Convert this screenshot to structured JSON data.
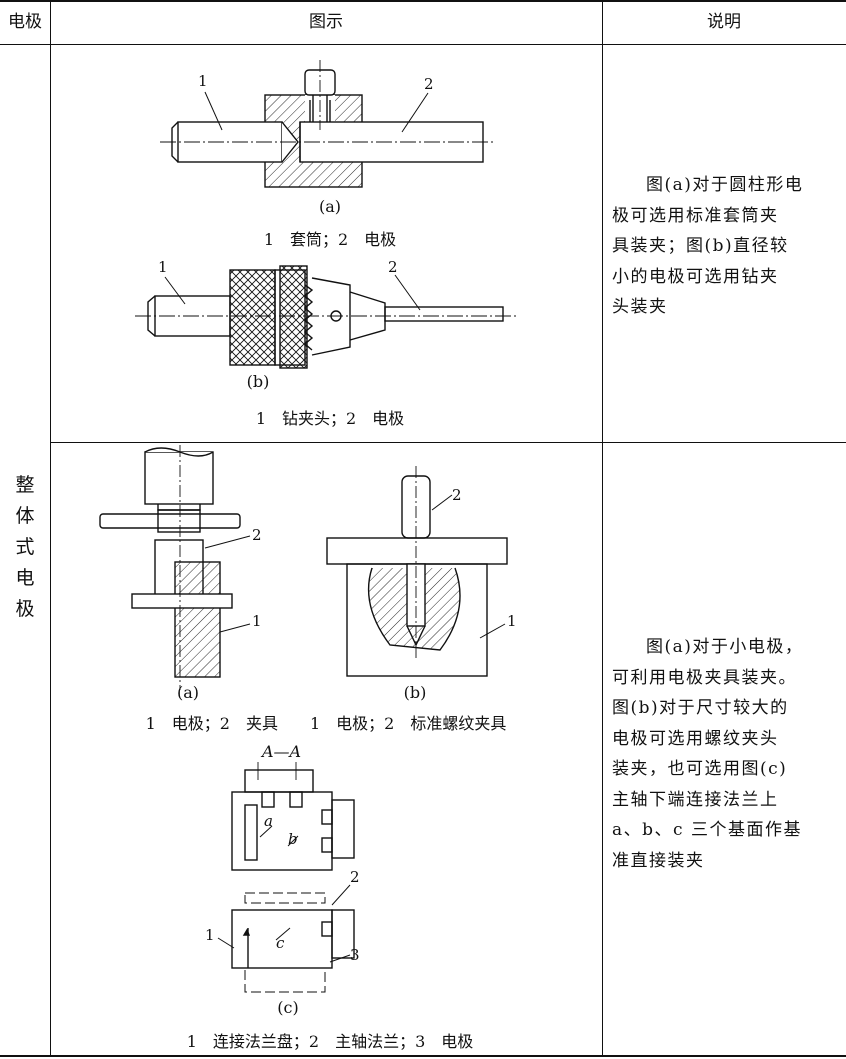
{
  "table": {
    "headers": [
      "电极",
      "图示",
      "说明"
    ],
    "row_label_chars": [
      "整",
      "体",
      "式",
      "电",
      "极"
    ],
    "row1": {
      "fig_a_tag": "(a)",
      "fig_a_caption": "1　套筒；2　电极",
      "fig_b_tag": "(b)",
      "fig_b_caption": "1　钻夹头；2　电极",
      "callouts": [
        "1",
        "2"
      ],
      "description": [
        "图(a)对于圆柱形电",
        "极可选用标准套筒夹",
        "具装夹；图(b)直径较",
        "小的电极可选用钻夹",
        "头装夹"
      ]
    },
    "row2": {
      "fig_a_tag": "(a)",
      "fig_b_tag": "(b)",
      "fig_ab_caption": "1　电极；2　夹具　　1　电极；2　标准螺纹夹具",
      "section_label": "A—A",
      "face_labels": [
        "a",
        "b",
        "c"
      ],
      "fig_c_tag": "(c)",
      "fig_c_caption": "1　连接法兰盘；2　主轴法兰；3　电极",
      "callouts": [
        "1",
        "2",
        "3"
      ],
      "description": [
        "图(a)对于小电极，",
        "可利用电极夹具装夹。",
        "图(b)对于尺寸较大的",
        "电极可选用螺纹夹头",
        "装夹，也可选用图(c)",
        "主轴下端连接法兰上",
        "a、b、c 三个基面作基",
        "准直接装夹"
      ]
    }
  }
}
